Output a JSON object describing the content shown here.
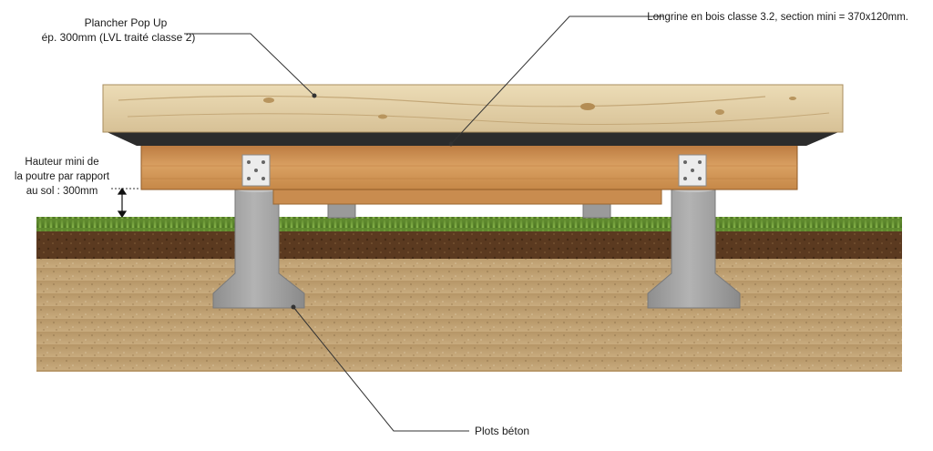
{
  "labels": {
    "plancher_line1": "Plancher Pop Up",
    "plancher_line2": "ép. 300mm (LVL traité classe 2)",
    "longrine": "Longrine en bois classe 3.2, section mini = 370x120mm.",
    "hauteur_line1": "Hauteur mini de",
    "hauteur_line2": "la poutre par rapport",
    "hauteur_line3": "au sol : 300mm",
    "plots": "Plots béton"
  },
  "colors": {
    "plank": "#e2cfa6",
    "plank_grain": "#b99f72",
    "beam": "#d59c5c",
    "beam_dark": "#b97d42",
    "dark_band": "#2c2c2c",
    "concrete": "#a9a9a9",
    "concrete_dark": "#8c8c8c",
    "grass": "#6f9b3a",
    "topsoil": "#5e3d22",
    "soil": "#c3a577",
    "metal": "#e6e6e6"
  }
}
